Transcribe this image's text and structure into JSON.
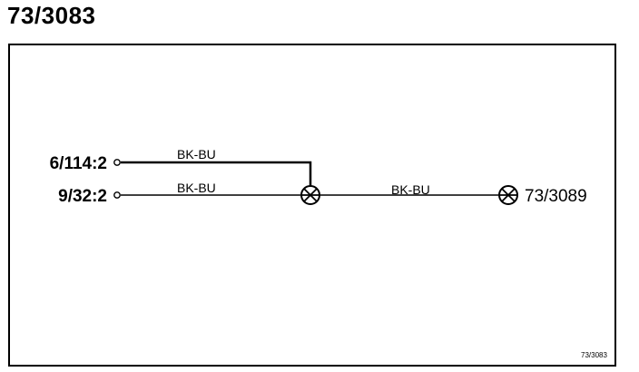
{
  "title": "73/3083",
  "connectors": {
    "left_top": "6/114:2",
    "left_bottom": "9/32:2",
    "right": "73/3089"
  },
  "wires": {
    "top": "BK-BU",
    "bottom": "BK-BU",
    "right": "BK-BU"
  },
  "footer_ref": "73/3083",
  "colors": {
    "line": "#000000",
    "background": "#ffffff"
  }
}
